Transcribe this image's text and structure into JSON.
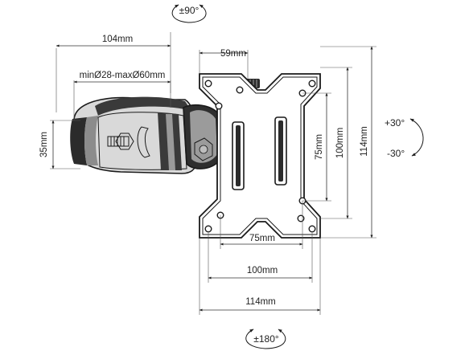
{
  "labels": {
    "rotate_top": "±90°",
    "rotate_bottom": "±180°",
    "tilt_up": "+30°",
    "tilt_down": "-30°",
    "clamp_width": "104mm",
    "clamp_range": "minØ28-maxØ60mm",
    "clamp_height": "35mm",
    "plate_offset": "59mm",
    "vesa_inner_h": "75mm",
    "vesa_outer_h": "100mm",
    "plate_height": "114mm",
    "vesa_inner_w": "75mm",
    "vesa_outer_w": "100mm",
    "plate_width": "114mm"
  },
  "icons": [
    "rotate-arrow-icon",
    "tilt-arrow-icon"
  ],
  "colors": {
    "line": "#1a1a1a",
    "fill_dark": "#2b2b2b",
    "fill_mid": "#8c8c8c",
    "fill_light": "#d9d9d9"
  }
}
